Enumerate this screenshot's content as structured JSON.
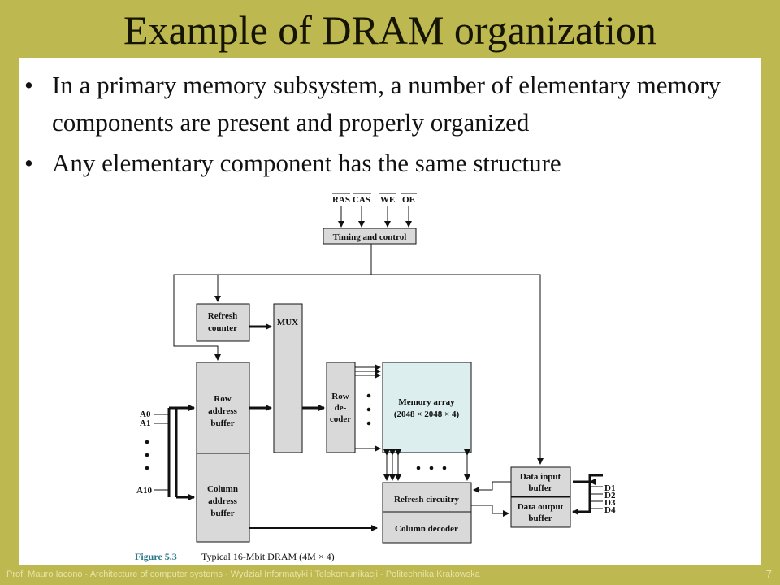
{
  "slide": {
    "title": "Example of DRAM organization",
    "bullets": [
      "In a primary memory subsystem, a number of elementary memory components are present and properly organized",
      "Any elementary component has the same structure"
    ],
    "bullet_symbol": "•",
    "footer": "Prof. Mauro Iacono - Architecture of computer systems - Wydział Informatyki i Telekomunikacji - Politechnika Krakowska",
    "page_number": "7"
  },
  "diagram": {
    "control_signals": [
      "RAS",
      "CAS",
      "WE",
      "OE"
    ],
    "timing": "Timing and control",
    "refresh_counter": [
      "Refresh",
      "counter"
    ],
    "mux": "MUX",
    "row_address_buffer": [
      "Row",
      "address",
      "buffer"
    ],
    "column_address_buffer": [
      "Column",
      "address",
      "buffer"
    ],
    "row_decoder": [
      "Row",
      "de-",
      "coder"
    ],
    "memory_array": [
      "Memory array",
      "(2048 × 2048 × 4)"
    ],
    "refresh_circuitry": "Refresh circuitry",
    "column_decoder": "Column decoder",
    "data_input_buffer": [
      "Data input",
      "buffer"
    ],
    "data_output_buffer": [
      "Data output",
      "buffer"
    ],
    "address_inputs": [
      "A0",
      "A1",
      "A10"
    ],
    "data_lines": [
      "D1",
      "D2",
      "D3",
      "D4"
    ],
    "caption_label": "Figure 5.3",
    "caption_text": "Typical 16-Mbit DRAM (4M × 4)"
  },
  "colors": {
    "background": "#bdb84f",
    "box_fill": "#d9d9d9",
    "memory_array_fill": "#ddeeee",
    "caption_label": "#2a7a8a"
  }
}
